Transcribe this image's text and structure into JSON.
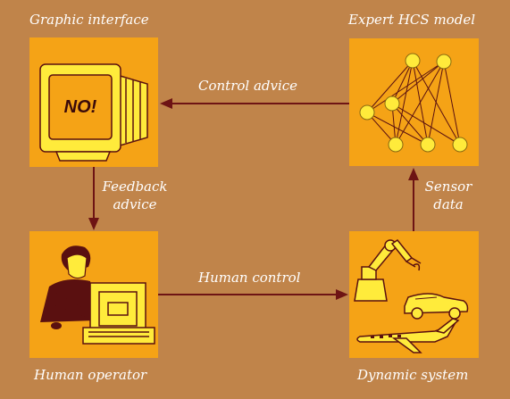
{
  "nodes": {
    "graphic_interface": {
      "title": "Graphic interface",
      "screen_text": "NO!"
    },
    "expert_model": {
      "title": "Expert HCS model"
    },
    "human_operator": {
      "title": "Human operator"
    },
    "dynamic_system": {
      "title": "Dynamic system"
    }
  },
  "edges": {
    "control_advice": "Control advice",
    "feedback_line1": "Feedback",
    "feedback_line2": "advice",
    "human_control": "Human control",
    "sensor_line1": "Sensor",
    "sensor_line2": "data"
  },
  "colors": {
    "background": "#c0844a",
    "box": "#f5a316",
    "arrow": "#6e1414",
    "illustration_fill": "#ffeb3b",
    "illustration_stroke": "#5a1010",
    "text": "#ffffff"
  }
}
